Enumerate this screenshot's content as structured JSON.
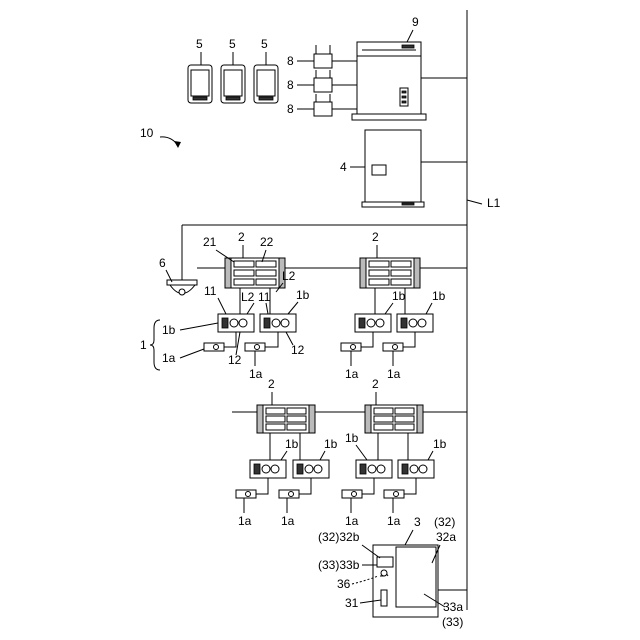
{
  "labels": {
    "phone": "5",
    "bridge": "8",
    "server": "9",
    "system": "10",
    "panel": "4",
    "line_main": "L1",
    "line_branch": "L2",
    "camera": "6",
    "hub": "2",
    "hub_part_a": "21",
    "hub_part_b": "22",
    "unit_b": "1b",
    "unit_a": "1a",
    "unit_group": "1",
    "port_11": "11",
    "port_12": "12",
    "cabinet": "3",
    "cab_32": "(32)",
    "cab_32a": "32a",
    "cab_32b": "(32)32b",
    "cab_33b": "(33)33b",
    "cab_36": "36",
    "cab_31": "31",
    "cab_33a": "33a",
    "cab_33": "(33)"
  },
  "icons": {
    "phone": "smartphone-icon",
    "bridge": "access-point-icon",
    "camera": "dome-camera-icon"
  }
}
